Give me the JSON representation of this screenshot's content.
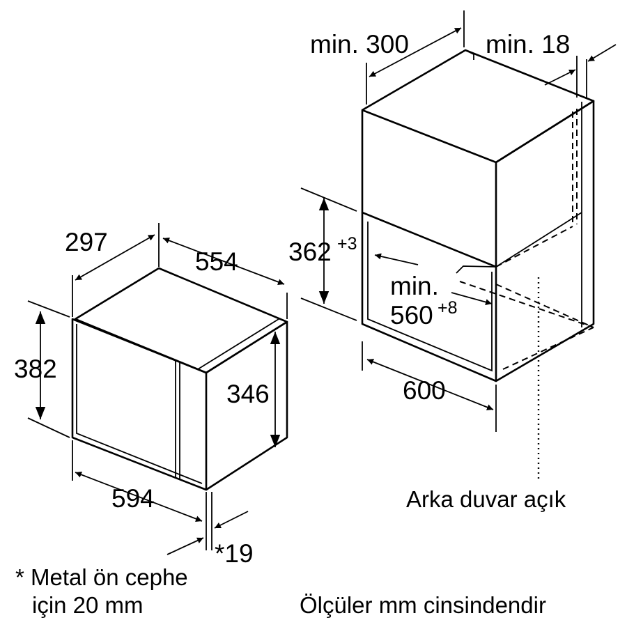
{
  "dimensions": {
    "appliance_depth": "297",
    "appliance_depth_inner": "554",
    "appliance_height": "382",
    "appliance_front_height": "346",
    "appliance_width": "594",
    "front_panel": "*19",
    "niche_depth_min": "min. 300",
    "panel_thickness_min": "min. 18",
    "niche_height": "362",
    "niche_height_tolerance": "+3",
    "niche_width_min_prefix": "min.",
    "niche_width_min": "560",
    "niche_width_tolerance": "+8",
    "cabinet_width": "600"
  },
  "labels": {
    "rear_wall_open": "Arka duvar açık"
  },
  "notes": {
    "footnote_line1": "* Metal ön cephe",
    "footnote_line2": "için 20 mm",
    "units_note": "Ölçüler mm cinsindendir"
  }
}
